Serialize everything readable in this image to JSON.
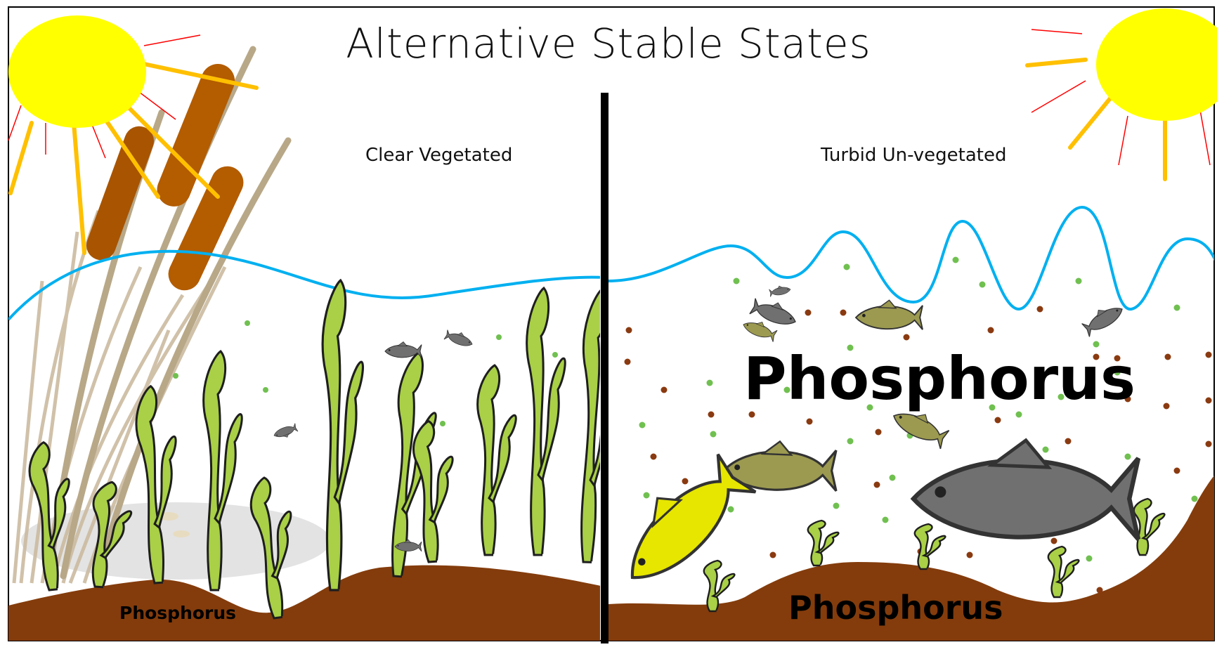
{
  "title": "Alternative Stable States",
  "panels": {
    "left": {
      "label": "Clear Vegetated",
      "sediment_label": "Phosphorus"
    },
    "right": {
      "label": "Turbid Un-vegetated",
      "water_label": "Phosphorus",
      "sediment_label": "Phosphorus"
    }
  },
  "colors": {
    "sun": "#ffff00",
    "sun_ray_orange": "#ffc000",
    "sun_ray_red": "#ff0000",
    "water_line": "#00b0f0",
    "sediment": "#843c0c",
    "plant": "#a9d046",
    "cattail": "#b35c00",
    "particle_green": "#70c050",
    "particle_brown": "#8a3a10",
    "fish_grey": "#707070",
    "fish_olive": "#9c9a50",
    "fish_yellow": "#e6e600",
    "divider": "#000000"
  },
  "icons": [
    "sun-icon",
    "cattail-icon",
    "plant-icon",
    "fish-icon"
  ]
}
